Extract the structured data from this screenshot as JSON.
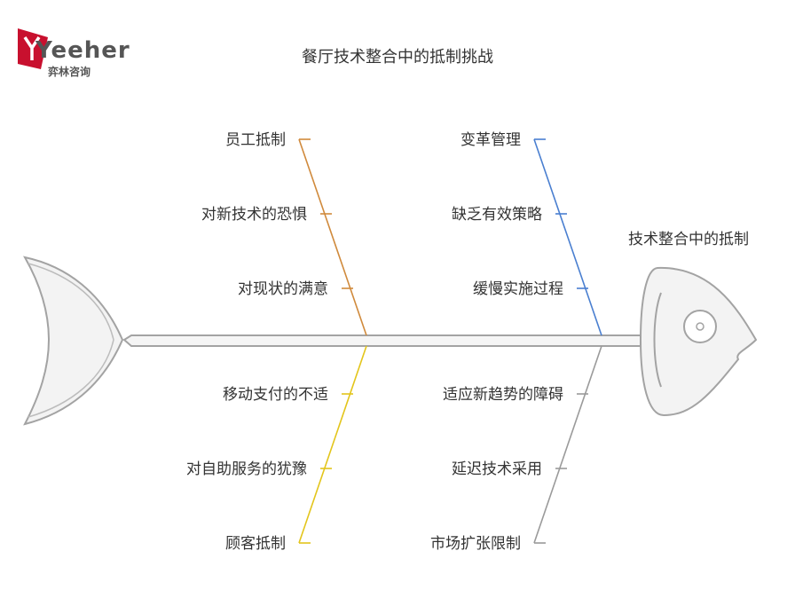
{
  "title": "餐厅技术整合中的抵制挑战",
  "logo": {
    "word": "Yeeher",
    "sub": "弈林咨询"
  },
  "head_label": "技术整合中的抵制",
  "colors": {
    "orange": "#d08a3c",
    "blue": "#4a7fd0",
    "yellow": "#e3c51b",
    "gray": "#9a9a9a",
    "bone": "#a3a3a3",
    "logo_red": "#c8102e"
  },
  "branches": [
    {
      "name": "top-left",
      "color": "orange",
      "items": [
        "员工抵制",
        "对新技术的恐惧",
        "对现状的满意"
      ]
    },
    {
      "name": "top-right",
      "color": "blue",
      "items": [
        "变革管理",
        "缺乏有效策略",
        "缓慢实施过程"
      ]
    },
    {
      "name": "bottom-left",
      "color": "yellow",
      "items": [
        "移动支付的不适",
        "对自助服务的犹豫",
        "顾客抵制"
      ]
    },
    {
      "name": "bottom-right",
      "color": "gray",
      "items": [
        "适应新趋势的障碍",
        "延迟技术采用",
        "市场扩张限制"
      ]
    }
  ]
}
